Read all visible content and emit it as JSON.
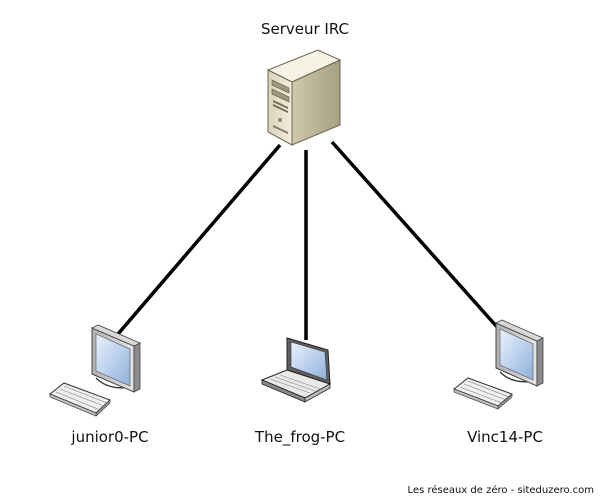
{
  "diagram": {
    "server": {
      "label": "Serveur IRC",
      "icon": "server-tower-icon"
    },
    "clients": [
      {
        "label": "junior0-PC",
        "icon": "desktop-computer-icon"
      },
      {
        "label": "The_frog-PC",
        "icon": "laptop-icon"
      },
      {
        "label": "Vinc14-PC",
        "icon": "desktop-computer-icon"
      }
    ],
    "connections": [
      {
        "from": "Serveur IRC",
        "to": "junior0-PC"
      },
      {
        "from": "Serveur IRC",
        "to": "The_frog-PC"
      },
      {
        "from": "Serveur IRC",
        "to": "Vinc14-PC"
      }
    ]
  },
  "footer": {
    "credit": "Les réseaux de zéro - siteduzero.com"
  },
  "colors": {
    "line": "#000000",
    "screen": "#bcd2ee",
    "case": "#e6e0c8"
  }
}
